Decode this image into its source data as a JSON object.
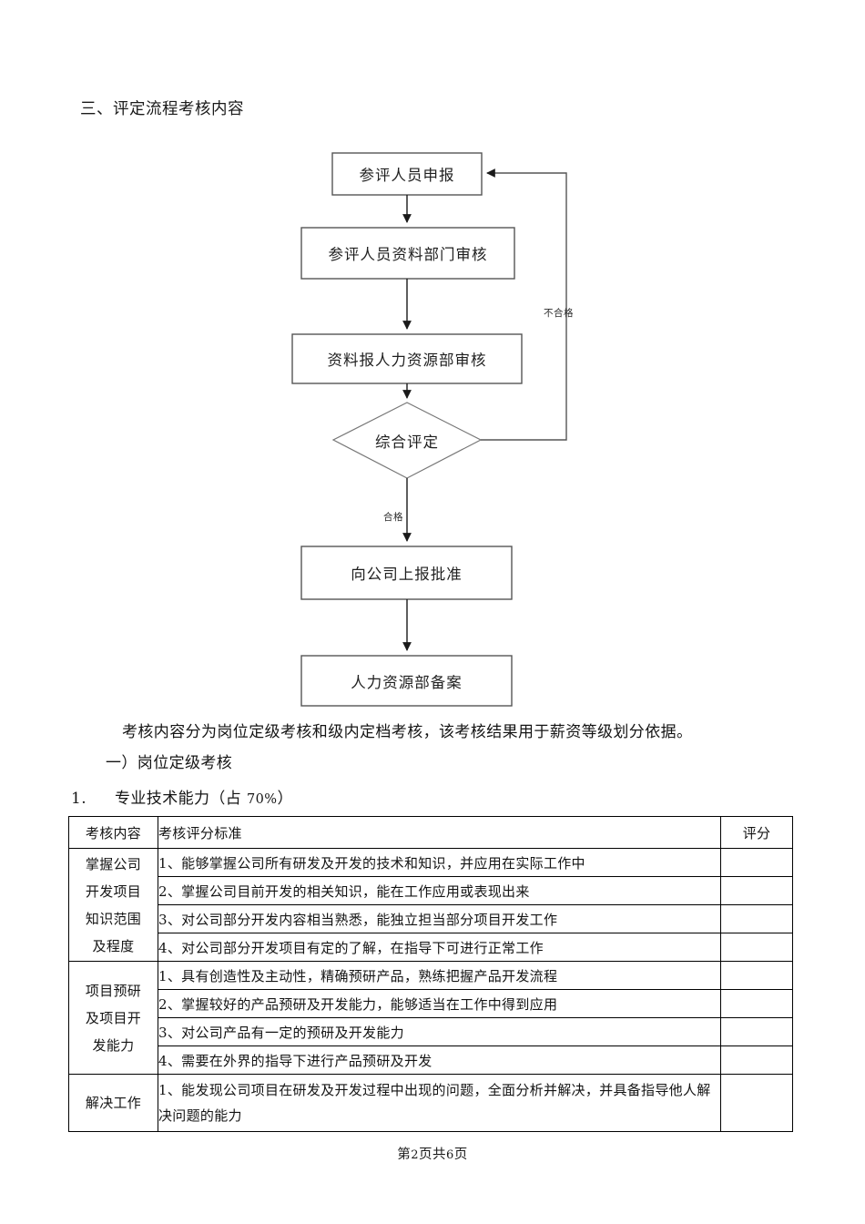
{
  "document": {
    "section_heading": "三、评定流程考核内容",
    "footer": {
      "prefix": "第",
      "current_page": "2",
      "middle": "页共",
      "total_pages": "6",
      "suffix": "页"
    }
  },
  "flowchart": {
    "nodes": [
      {
        "id": "apply",
        "shape": "rect",
        "label": "参评人员申报"
      },
      {
        "id": "dept",
        "shape": "rect",
        "label": "参评人员资料部门审核"
      },
      {
        "id": "hr",
        "shape": "rect",
        "label": "资料报人力资源部审核"
      },
      {
        "id": "review",
        "shape": "diamond",
        "label": "综合评定"
      },
      {
        "id": "approve",
        "shape": "rect",
        "label": "向公司上报批准"
      },
      {
        "id": "record",
        "shape": "rect",
        "label": "人力资源部备案"
      }
    ],
    "edge_labels": {
      "fail": "不合格",
      "pass": "合格"
    }
  },
  "paragraphs": {
    "intro": "考核内容分为岗位定级考核和级内定档考核，该考核结果用于薪资等级划分依据。",
    "subsection": "一）岗位定级考核",
    "item_number": "1.",
    "item_title_prefix": "专业技术能力（占 ",
    "item_title_pct": "70%",
    "item_title_suffix": "）"
  },
  "table": {
    "headers": {
      "category": "考核内容",
      "standard": "考核评分标准",
      "score": "评分"
    },
    "groups": [
      {
        "category_lines": [
          "掌握公司",
          "开发项目",
          "知识范围",
          "及程度"
        ],
        "rows": [
          {
            "standard": "1、能够掌握公司所有研发及开发的技术和知识，并应用在实际工作中",
            "score": ""
          },
          {
            "standard": "2、掌握公司目前开发的相关知识，能在工作应用或表现出来",
            "score": ""
          },
          {
            "standard": "3、对公司部分开发内容相当熟悉，能独立担当部分项目开发工作",
            "score": ""
          },
          {
            "standard": "4、对公司部分开发项目有定的了解，在指导下可进行正常工作",
            "score": ""
          }
        ]
      },
      {
        "category_lines": [
          "项目预研",
          "及项目开",
          "发能力"
        ],
        "rows": [
          {
            "standard": "1、具有创造性及主动性，精确预研产品，熟练把握产品开发流程",
            "score": ""
          },
          {
            "standard": "2、掌握较好的产品预研及开发能力，能够适当在工作中得到应用",
            "score": ""
          },
          {
            "standard": "3、对公司产品有一定的预研及开发能力",
            "score": ""
          },
          {
            "standard": "4、需要在外界的指导下进行产品预研及开发",
            "score": ""
          }
        ]
      },
      {
        "category_lines": [
          "解决工作"
        ],
        "rows": [
          {
            "standard": "1、能发现公司项目在研发及开发过程中出现的问题，全面分析并解决，并具备指导他人解决问题的能力",
            "score": "",
            "tall": true
          }
        ]
      }
    ]
  }
}
